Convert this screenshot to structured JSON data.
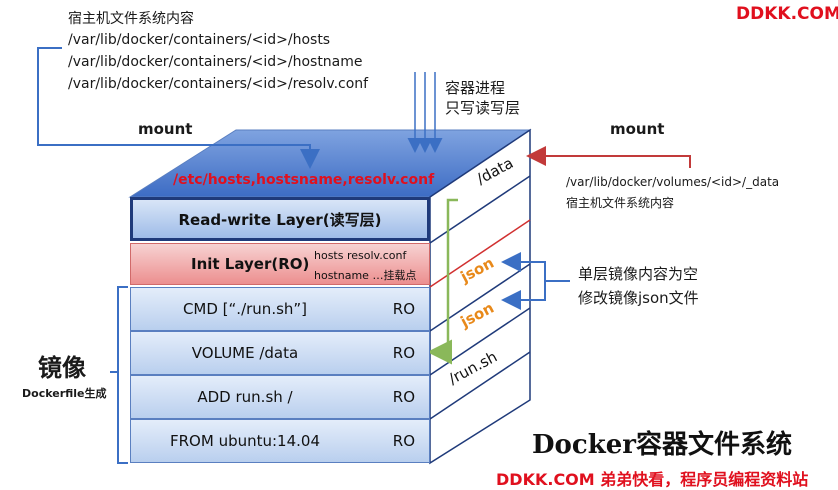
{
  "watermark_top": "DDKK.COM",
  "host": {
    "title": "宿主机文件系统内容",
    "paths": [
      "/var/lib/docker/containers/<id>/hosts",
      "/var/lib/docker/containers/<id>/hostname",
      "/var/lib/docker/containers/<id>/resolv.conf"
    ]
  },
  "mount_left": "mount",
  "mount_right": "mount",
  "process": {
    "line1": "容器进程",
    "line2": "只写读写层"
  },
  "volume": {
    "path": "/var/lib/docker/volumes/<id>/_data",
    "desc": "宿主机文件系统内容"
  },
  "top_face_label": "/etc/hosts,hostsname,resolv.conf",
  "layers": {
    "rw": "Read-write Layer(读写层)",
    "init": {
      "label": "Init Layer(RO)",
      "sub1": "hosts   resolv.conf",
      "sub2": "hostname …挂载点"
    },
    "image": [
      {
        "label": "CMD [“./run.sh”]",
        "ro": "RO"
      },
      {
        "label": "VOLUME /data",
        "ro": "RO"
      },
      {
        "label": "ADD run.sh /",
        "ro": "RO"
      },
      {
        "label": "FROM ubuntu:14.04",
        "ro": "RO"
      }
    ]
  },
  "side": {
    "data": "/data",
    "json1": "json",
    "json2": "json",
    "run": "/run.sh"
  },
  "annotation": {
    "line1": "单层镜像内容为空",
    "line2": "修改镜像json文件"
  },
  "mirror": {
    "label": "镜像",
    "sub": "Dockerfile生成"
  },
  "caption": "Docker容器文件系统",
  "watermark_bottom": "DDKK.COM 弟弟快看，程序员编程资料站",
  "colors": {
    "red": "#e0101e",
    "orange": "#e8891a",
    "blue": "#3b6fc4",
    "green": "#8ab85a",
    "dark_red": "#c23a3a"
  }
}
